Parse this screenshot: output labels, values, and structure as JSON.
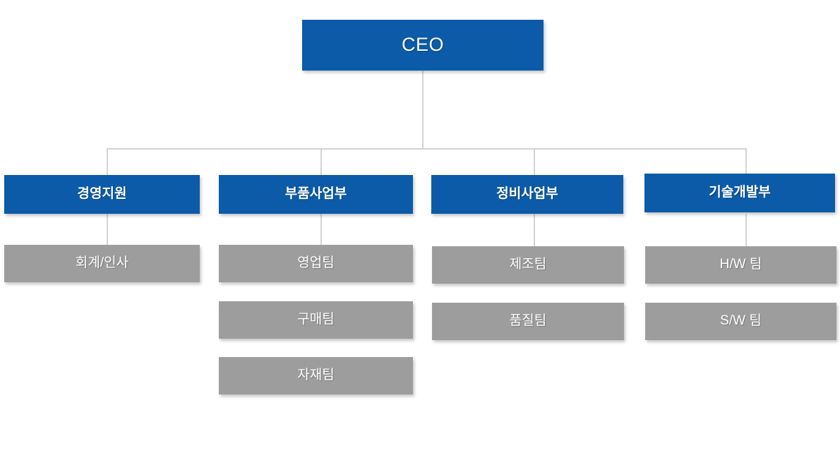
{
  "chart_data": {
    "type": "diagram",
    "subtype": "organization-chart",
    "title": "",
    "root": "CEO",
    "levels": 3,
    "nodes": [
      {
        "id": "ceo",
        "label": "CEO",
        "level": 0,
        "color": "#0B5BA8",
        "parent": null
      },
      {
        "id": "dept1",
        "label": "경영지원",
        "level": 1,
        "color": "#0B5BA8",
        "parent": "ceo"
      },
      {
        "id": "dept2",
        "label": "부품사업부",
        "level": 1,
        "color": "#0B5BA8",
        "parent": "ceo"
      },
      {
        "id": "dept3",
        "label": "정비사업부",
        "level": 1,
        "color": "#0B5BA8",
        "parent": "ceo"
      },
      {
        "id": "dept4",
        "label": "기술개발부",
        "level": 1,
        "color": "#0B5BA8",
        "parent": "ceo"
      },
      {
        "id": "team1_1",
        "label": "회계/인사",
        "level": 2,
        "color": "#9D9D9D",
        "parent": "dept1"
      },
      {
        "id": "team2_1",
        "label": "영업팀",
        "level": 2,
        "color": "#9D9D9D",
        "parent": "dept2"
      },
      {
        "id": "team2_2",
        "label": "구매팀",
        "level": 2,
        "color": "#9D9D9D",
        "parent": "dept2"
      },
      {
        "id": "team2_3",
        "label": "자재팀",
        "level": 2,
        "color": "#9D9D9D",
        "parent": "dept2"
      },
      {
        "id": "team3_1",
        "label": "제조팀",
        "level": 2,
        "color": "#9D9D9D",
        "parent": "dept3"
      },
      {
        "id": "team3_2",
        "label": "품질팀",
        "level": 2,
        "color": "#9D9D9D",
        "parent": "dept3"
      },
      {
        "id": "team4_1",
        "label": "H/W 팀",
        "level": 2,
        "color": "#9D9D9D",
        "parent": "dept4"
      },
      {
        "id": "team4_2",
        "label": "S/W 팀",
        "level": 2,
        "color": "#9D9D9D",
        "parent": "dept4"
      }
    ]
  },
  "chart": {
    "ceo": {
      "label": "CEO"
    },
    "columns": [
      {
        "department": "경영지원",
        "teams": [
          "회계/인사"
        ]
      },
      {
        "department": "부품사업부",
        "teams": [
          "영업팀",
          "구매팀",
          "자재팀"
        ]
      },
      {
        "department": "정비사업부",
        "teams": [
          "제조팀",
          "품질팀"
        ]
      },
      {
        "department": "기술개발부",
        "teams": [
          "H/W 팀",
          "S/W 팀"
        ]
      }
    ],
    "colors": {
      "executive_box": "#0B5BA8",
      "department_box": "#0B5BA8",
      "team_box": "#9D9D9D",
      "connector_line": "#D3D3D3",
      "box_text": "#FFFFFF",
      "background": "#FFFFFF"
    }
  }
}
